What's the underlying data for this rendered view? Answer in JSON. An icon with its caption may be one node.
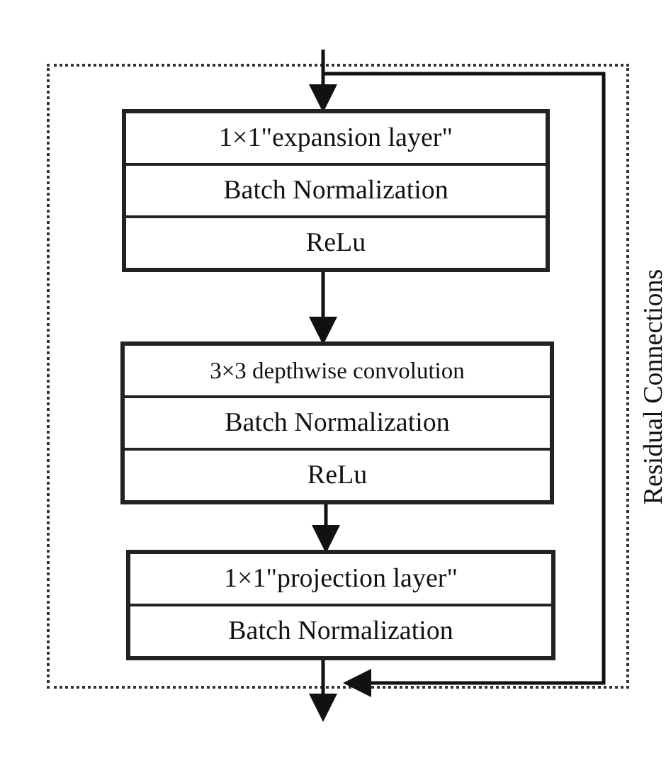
{
  "diagram": {
    "nodes": [
      {
        "text": [],
        "shape": "box"
      },
      {
        "text": [
          "1×1\"expansion layer\"",
          "Batch Normalization",
          "ReLu"
        ],
        "in": 0
      },
      {
        "text": [
          "3×3 depthwise convolution",
          "Batch Normalization",
          "ReLu"
        ],
        "in": 0
      },
      {
        "text": [
          "1×1\"projection layer\"",
          "Batch Normalization"
        ],
        "in": 0
      }
    ],
    "edges": [
      {
        "from": null,
        "to": 1,
        "arrow": "to"
      },
      {
        "from": 1,
        "to": 2,
        "arrow": "to"
      },
      {
        "from": 2,
        "to": 3,
        "arrow": "to"
      },
      {
        "from": 3,
        "to": null,
        "arrow": "to"
      },
      {
        "from": null,
        "to": 3,
        "arrow": "to"
      }
    ],
    "labels": [
      "Residual Connections"
    ]
  }
}
